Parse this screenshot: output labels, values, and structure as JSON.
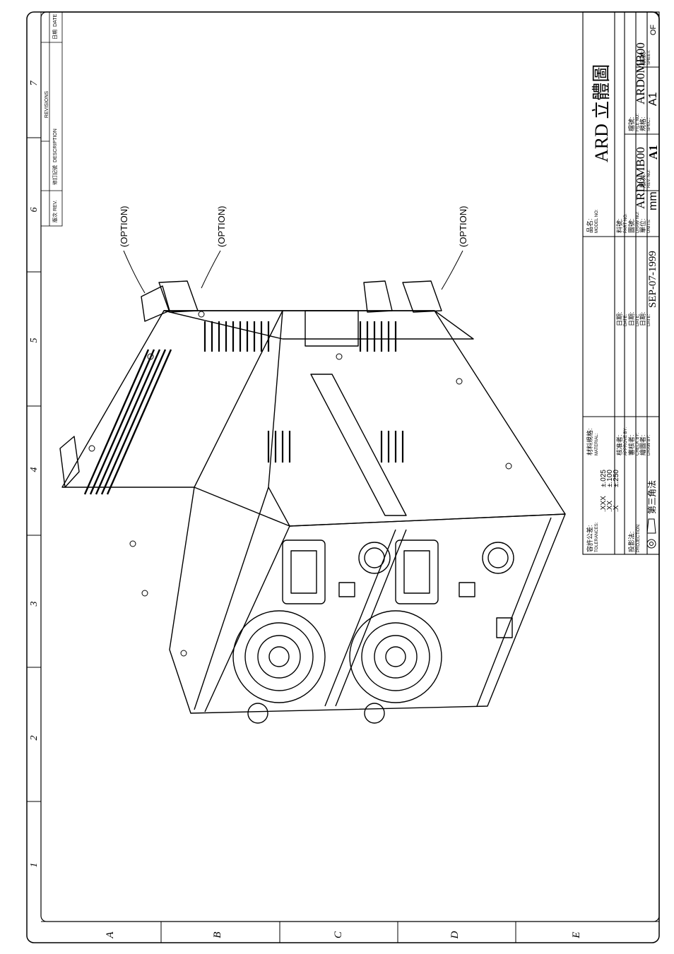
{
  "zones_horizontal": [
    "A",
    "B",
    "C",
    "D",
    "E"
  ],
  "zones_vertical": [
    "1",
    "2",
    "3",
    "4",
    "5",
    "6",
    "7"
  ],
  "revisions": {
    "title": "REVISIONS",
    "rev_col": "版次 REV.",
    "desc_col_zh": "修訂記號",
    "desc_col": "DESCRIPTION",
    "date_col_zh": "日期",
    "date_col": "DATE"
  },
  "callouts": [
    "(OPTION)",
    "(OPTION)",
    "(OPTION)"
  ],
  "title_block": {
    "tolerances_zh": "容許公差:",
    "tolerances": "TOLERANCES:",
    "tol_xxx": ".XXX",
    "tol_xxx_val": "±.025",
    "tol_xx": ".XX",
    "tol_xx_val": "±.100",
    "tol_x": ".X",
    "tol_x_val": "±.250",
    "projection_zh": "投影法:",
    "projection": "PROJECTION:",
    "projection_value": "第三角法",
    "material_zh": "材料規格:",
    "material": "MATERIAL:",
    "approve_zh": "核准者:",
    "approve": "APPROVE BY:",
    "check_zh": "審核者:",
    "check": "CHECK BY:",
    "draw_by_zh": "繪圖者:",
    "draw_by": "DRAW BY:",
    "date_zh_1": "日期:",
    "date_1": "DATE:",
    "date_zh_2": "日期:",
    "date_2": "DATE:",
    "date_zh_3": "日期:",
    "date_3": "DATE:",
    "date_value": "SEP-07-1999",
    "model_zh": "品名:",
    "model": "MODEL NO:",
    "model_value": "ARD 立體圖",
    "part_zh": "料號:",
    "part": "PART NO:",
    "draw_no_zh": "圖號:",
    "draw_no": "DRAW NO:",
    "draw_no_value": "ARD0MB00",
    "file_no_zh": "檔號:",
    "file_no": "FILE NO:",
    "file_no_value": "ARD0MB00",
    "units_zh": "單位:",
    "units": "UNITS:",
    "units_value": "mm",
    "rev_zh": "版次:",
    "rev": "REV. NO:",
    "rev_value": "A1",
    "spec_zh": "規格:",
    "spec": "SPEC.:",
    "spec_value": "A1",
    "sheet_zh": "編號:",
    "sheet": "SHEET:",
    "sheet_value": "OF"
  }
}
